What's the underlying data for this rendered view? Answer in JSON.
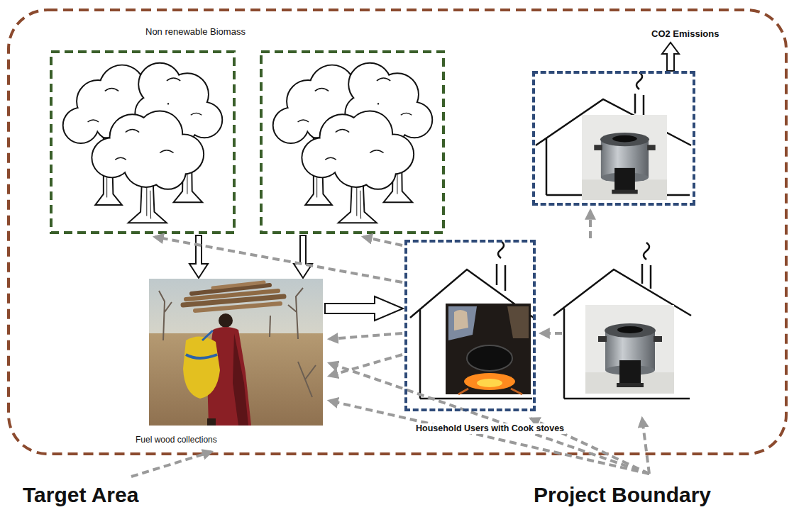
{
  "diagram": {
    "nodes": [
      {
        "text": [
          "Fuel wood collections"
        ]
      },
      {
        "text": [
          "Household Users with Cook stoves"
        ]
      },
      {
        "text": [
          "CO2 Emissions"
        ]
      }
    ],
    "edges": [
      {
        "from": 0,
        "to": 1,
        "arrow": "to"
      }
    ],
    "labels": [
      "Non renewable Biomass",
      "Target Area",
      "Project Boundary"
    ]
  }
}
